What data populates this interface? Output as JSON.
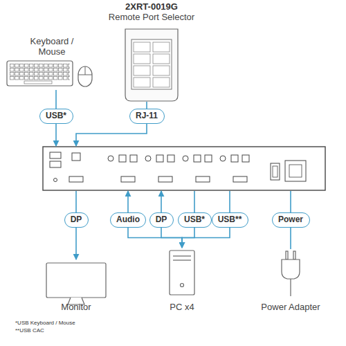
{
  "diagram": {
    "nodes": [
      {
        "text": [
          "Keyboard / Mouse"
        ]
      },
      {
        "text": [
          "2XRT-0019G",
          "Remote Port Selector"
        ]
      },
      {
        "text": [
          "USB*"
        ]
      },
      {
        "text": [
          "RJ-11"
        ]
      },
      {
        "text": [
          "DP"
        ]
      },
      {
        "text": [
          "Audio"
        ]
      },
      {
        "text": [
          "DP"
        ]
      },
      {
        "text": [
          "USB*"
        ]
      },
      {
        "text": [
          "USB**"
        ]
      },
      {
        "text": [
          "Power"
        ]
      },
      {
        "text": [
          "Monitor"
        ]
      },
      {
        "text": [
          "PC x4"
        ]
      },
      {
        "text": [
          "Power Adapter"
        ]
      }
    ],
    "edges": [
      {
        "from": 0,
        "to": 2,
        "arrow": "none"
      },
      {
        "from": 1,
        "to": 3,
        "arrow": "none"
      },
      {
        "from": 4,
        "to": 10,
        "arrow": "to"
      },
      {
        "from": 11,
        "to": 5,
        "arrow": "none"
      },
      {
        "from": 11,
        "to": 6,
        "arrow": "none"
      },
      {
        "from": 7,
        "to": 11,
        "arrow": "to"
      },
      {
        "from": 8,
        "to": 11,
        "arrow": "to"
      },
      {
        "from": 9,
        "to": 12,
        "arrow": "none"
      }
    ],
    "labels": [
      "*USB Keyboard / Mouse",
      "**USB CAC"
    ]
  }
}
